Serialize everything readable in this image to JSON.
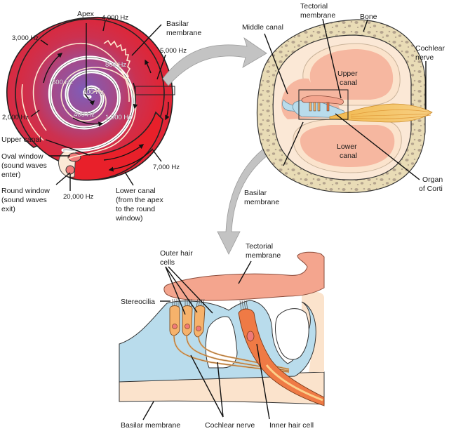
{
  "title": "Cochlea structure and frequency mapping",
  "colors": {
    "spiral_outer": "#e8202a",
    "spiral_mid": "#c23a55",
    "spiral_inner": "#8a55a8",
    "bone": "#e9dcb6",
    "bone_spots": "#b5a48e",
    "canal_fill": "#f6b7a0",
    "canal_pale": "#fbe8d6",
    "membrane_blue": "#b9dcec",
    "tectorial": "#f4a58e",
    "hair_cell": "#f6b26b",
    "inner_hair_cell": "#ef7a45",
    "nerve": "#f6c66d",
    "arrow_gray": "#c3c3c3"
  },
  "spiral": {
    "frequencies": [
      "200 Hz",
      "400 Hz",
      "600 Hz",
      "800 Hz",
      "1,000 Hz",
      "2,000 Hz",
      "3,000 Hz",
      "4,000 Hz",
      "5,000 Hz",
      "7,000 Hz",
      "20,000 Hz"
    ],
    "labels": {
      "apex": "Apex",
      "basilar_line1": "Basilar",
      "basilar_line2": "membrane",
      "upper_canal": "Upper canal",
      "oval_window": [
        "Oval window",
        "(sound waves",
        "enter)"
      ],
      "round_window": [
        "Round window",
        "(sound waves",
        "exit)"
      ],
      "lower_canal": [
        "Lower canal",
        "(from the apex",
        "to the round",
        "window)"
      ]
    }
  },
  "cross_section": {
    "labels": {
      "tectorial": [
        "Tectorial",
        "membrane"
      ],
      "bone": "Bone",
      "middle_canal": "Middle canal",
      "cochlear_nerve": [
        "Cochlear",
        "nerve"
      ],
      "upper_canal": [
        "Upper",
        "canal"
      ],
      "lower_canal": [
        "Lower",
        "canal"
      ],
      "basilar": [
        "Basilar",
        "membrane"
      ],
      "organ_of_corti": [
        "Organ",
        "of Corti"
      ]
    }
  },
  "organ_detail": {
    "labels": {
      "outer_hair_cells": [
        "Outer hair",
        "cells"
      ],
      "tectorial": [
        "Tectorial",
        "membrane"
      ],
      "stereocilia": "Stereocilia",
      "basilar_membrane": "Basilar membrane",
      "cochlear_nerve": "Cochlear nerve",
      "inner_hair_cell": "Inner hair cell"
    }
  }
}
